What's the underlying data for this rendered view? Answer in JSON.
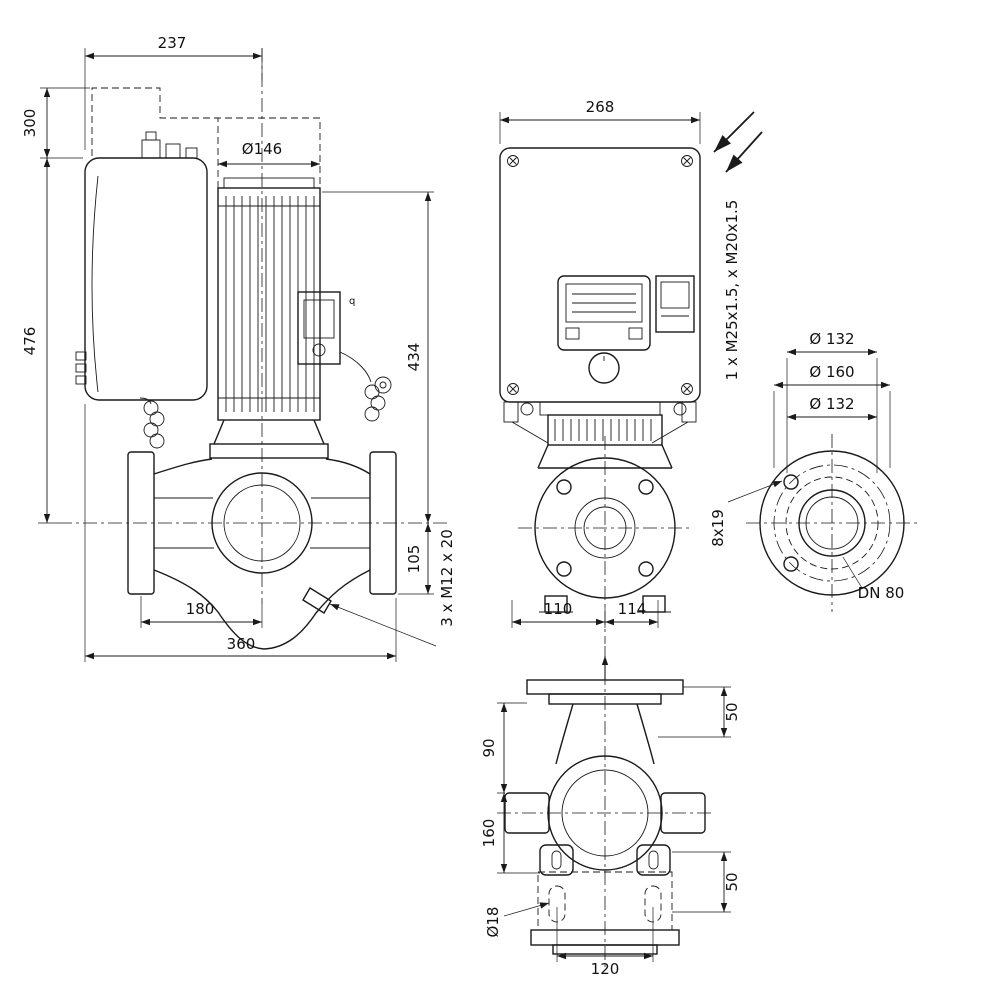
{
  "drawing": {
    "background": "#ffffff",
    "line_color": "#1a1a1a",
    "type": "pump-dimensional-drawing",
    "side": {
      "module_width": "237",
      "clearance_height": "300",
      "total_height": "476",
      "motor_diameter": "Ø146",
      "motor_height": "434",
      "port_offset": "105",
      "plug_label": "3 x M12 x 20",
      "flange_to_axis": "180",
      "overall_width": "360",
      "gland_mark": "q"
    },
    "front": {
      "module_width": "268",
      "cable_glands": "1 x M25x1.5, x M20x1.5",
      "left_offset": "110",
      "right_offset": "114"
    },
    "flange": {
      "bolt_circle_upper": "Ø 132",
      "outer_diameter": "Ø 160",
      "bolt_circle_lower": "Ø 132",
      "nominal_size": "DN 80",
      "slot_size": "8x19"
    },
    "top": {
      "upper_offset": "50",
      "upper_height": "90",
      "lower_height": "160",
      "lower_offset": "50",
      "foot_hole_diameter": "Ø18",
      "foot_hole_spacing": "120"
    }
  }
}
